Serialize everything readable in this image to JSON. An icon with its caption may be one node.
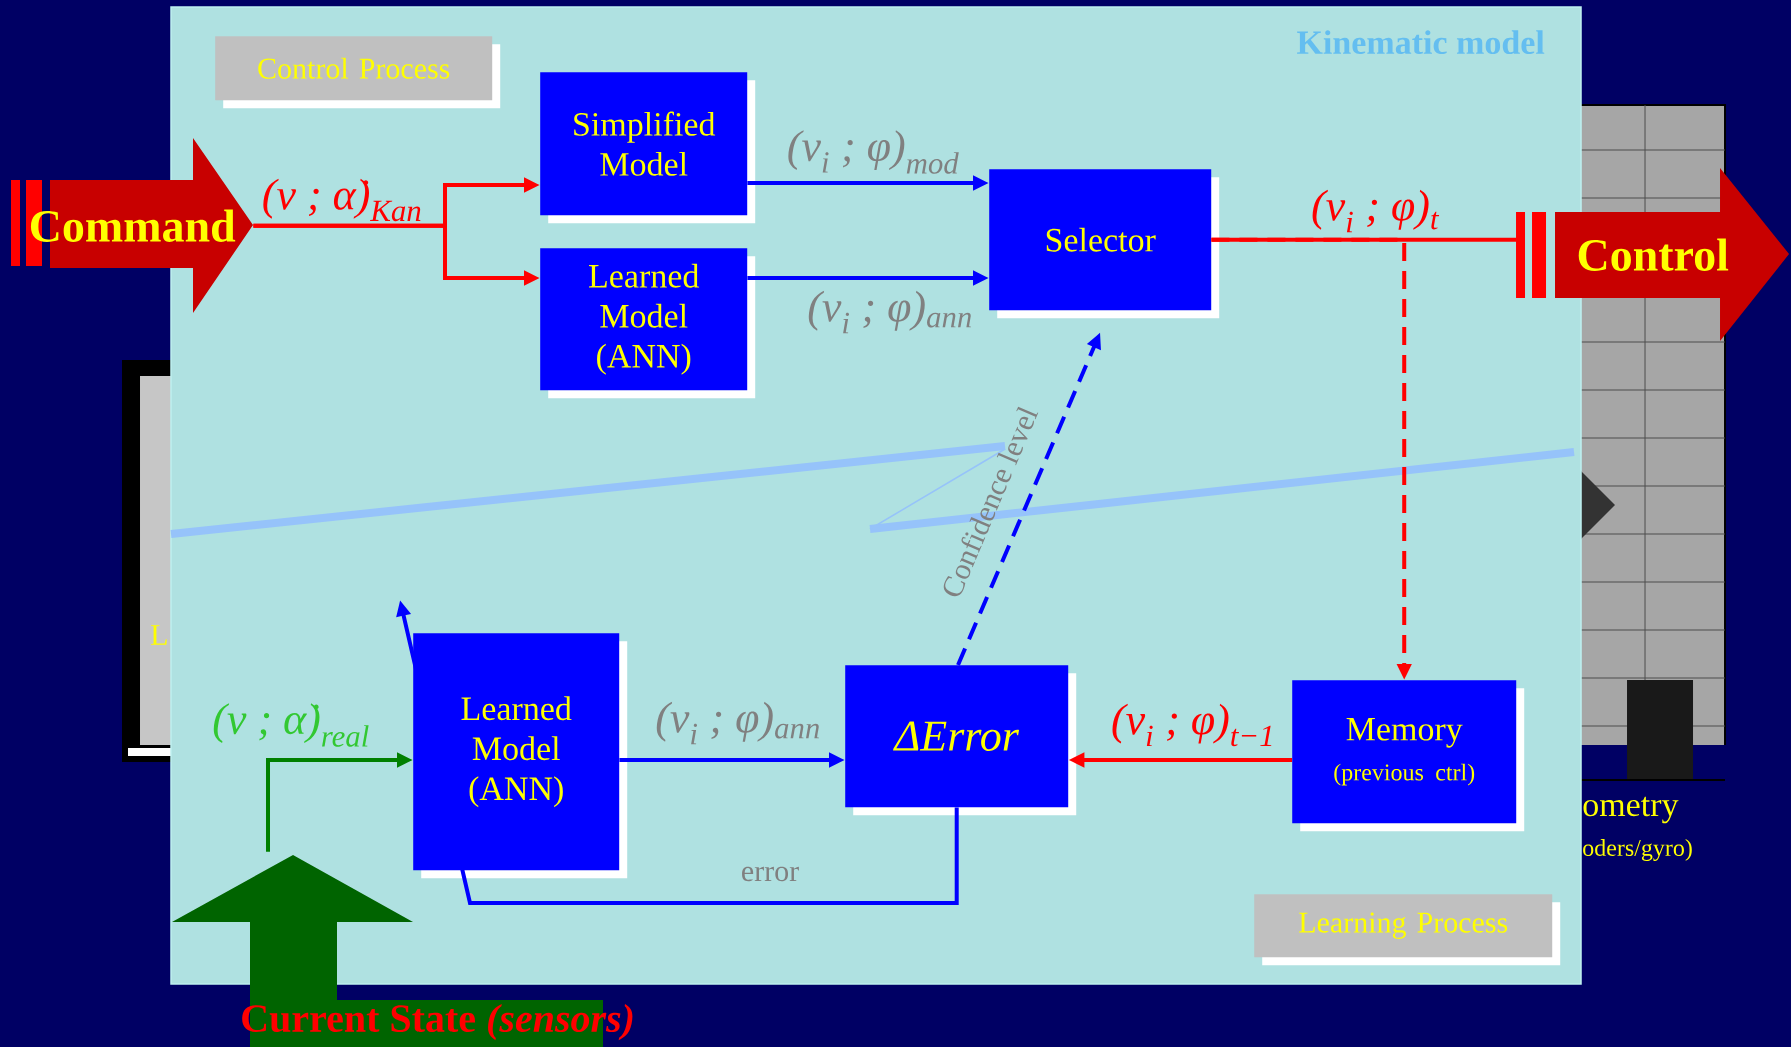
{
  "diagram": {
    "nodes": [
      {
        "text": [
          "Kinematic model"
        ]
      },
      {
        "text": [
          "Control Process"
        ],
        "in": 0
      },
      {
        "text": [
          "Command"
        ]
      },
      {
        "text": [
          "Simplified Model"
        ],
        "in": 0
      },
      {
        "text": [
          "Learned Model (ANN)"
        ],
        "in": 0
      },
      {
        "text": [
          "Selector"
        ],
        "in": 0
      },
      {
        "text": [
          "Control"
        ]
      },
      {
        "text": [
          "Learned Model (ANN)"
        ],
        "in": 0
      },
      {
        "text": [
          "ΔError"
        ],
        "in": 0
      },
      {
        "text": [
          "Memory",
          "(previous ctrl)"
        ],
        "in": 0
      },
      {
        "text": [
          "Learning Process"
        ],
        "in": 0
      },
      {
        "text": [
          "Current State *(sensors)*"
        ]
      }
    ],
    "edges": [
      {
        "from": 2,
        "to": 3,
        "arrow": "to",
        "label": "(v ; α̇)$_{Kan}$",
        "color": "#ff0000"
      },
      {
        "from": 2,
        "to": 4,
        "arrow": "to",
        "color": "#ff0000"
      },
      {
        "from": 3,
        "to": 5,
        "arrow": "to",
        "label": "(v$_{i}$ ; φ)$_{mod}$",
        "color": "#0000ff"
      },
      {
        "from": 4,
        "to": 5,
        "arrow": "to",
        "label": "(v$_{i}$ ; φ)$_{ann}$",
        "color": "#0000ff"
      },
      {
        "from": 5,
        "to": 6,
        "arrow": "none",
        "label": "(v$_{i}$ ; φ)$_{t}$",
        "color": "#ff0000"
      },
      {
        "from": 5,
        "to": 9,
        "arrow": "to",
        "style": "dashed",
        "color": "#ff0000"
      },
      {
        "from": 11,
        "to": 7,
        "arrow": "to",
        "label": "(v ; α̇)$_{real}$",
        "color": "#008000"
      },
      {
        "from": 7,
        "to": 8,
        "arrow": "to",
        "label": "(v$_{i}$ ; φ)$_{ann}$",
        "color": "#0000ff"
      },
      {
        "from": 9,
        "to": 8,
        "arrow": "to",
        "label": "(v$_{i}$ ; φ)$_{t−1}$",
        "color": "#ff0000"
      },
      {
        "from": 8,
        "to": 7,
        "arrow": "to",
        "label": "error",
        "color": "#0000ff"
      },
      {
        "from": 8,
        "to": 5,
        "arrow": "to",
        "style": "dashed",
        "label": "Confidence level",
        "color": "#0000ff"
      }
    ],
    "labels": [
      "L",
      "ometry",
      "oders/gyro)"
    ]
  }
}
